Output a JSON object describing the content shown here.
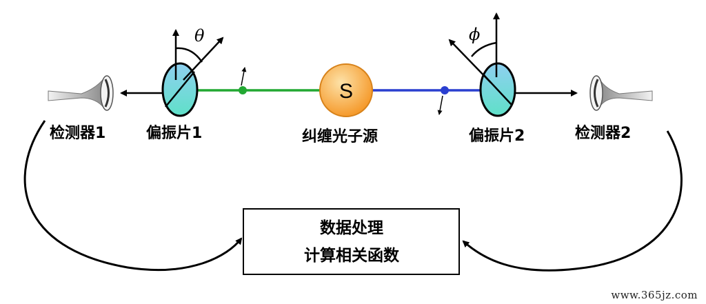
{
  "labels": {
    "detector1": "检测器1",
    "polarizer1": "偏振片1",
    "source_name": "纠缠光子源",
    "polarizer2": "偏振片2",
    "detector2": "检测器2",
    "source_symbol": "S",
    "theta": "θ",
    "phi": "ϕ"
  },
  "processing_box": {
    "line1": "数据处理",
    "line2": "计算相关函数"
  },
  "watermark": "www.365jz.com",
  "colors": {
    "left_beam": "#22a832",
    "right_beam": "#2a3fd0",
    "source_fill": "#f7a840",
    "polarizer_fill": "#6ad8e0"
  }
}
